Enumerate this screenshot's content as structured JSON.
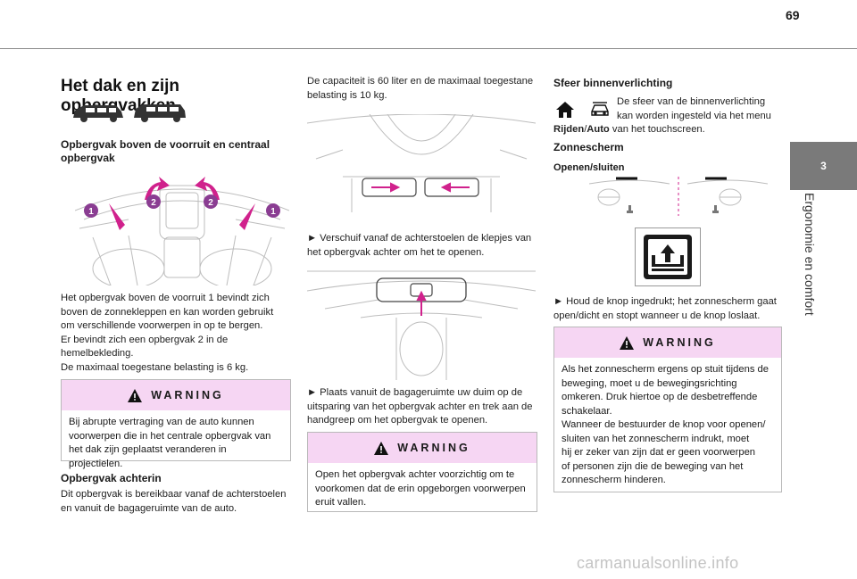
{
  "page": {
    "number": "69",
    "chapter_number": "3",
    "chapter_title": "Ergonomie en comfort"
  },
  "col1": {
    "title": "Het dak en zijn opbergvakken",
    "subtitle": "Opbergvak boven de voorruit en centraal opbergvak",
    "callouts": [
      "1",
      "2",
      "2",
      "1"
    ],
    "para1_lines": [
      "Het opbergvak boven de voorruit 1 bevindt zich",
      "boven de zonnekleppen en kan worden gebruikt",
      "om verschillende voorwerpen in op te bergen.",
      "Er bevindt zich een opbergvak 2 in de",
      "hemelbekleding.",
      "De maximaal toegestane belasting is 6 kg."
    ],
    "warning_title": "WARNING",
    "warning_lines": [
      "Bij abrupte vertraging van de auto kunnen",
      "voorwerpen die in het centrale opbergvak van",
      "het dak zijn geplaatst veranderen in projectielen."
    ],
    "subtitle2": "Opbergvak achterin",
    "para2_lines": [
      "Dit opbergvak is bereikbaar vanaf de achterstoelen",
      "en vanuit de bagageruimte van de auto."
    ]
  },
  "col2": {
    "intro_lines": [
      "De capaciteit is 60 liter en de maximaal toegestane",
      "belasting is 10 kg."
    ],
    "step1_lines": [
      "►  Verschuif vanaf de achterstoelen de klepjes van",
      "het opbergvak achter om het te openen."
    ],
    "step2_lines": [
      "►  Plaats vanuit de bagageruimte uw duim op de",
      "uitsparing van het opbergvak achter en trek aan de",
      "handgreep om het opbergvak te openen."
    ],
    "warning_title": "WARNING",
    "warning_lines": [
      "Open het opbergvak achter voorzichtig om te",
      "voorkomen dat de erin opgeborgen voorwerpen",
      "eruit vallen."
    ]
  },
  "col3": {
    "title": "Sfeer binnenverlichting",
    "ambient_lines": [
      "De sfeer van de binnenverlichting",
      "kan worden ingesteld via het menu"
    ],
    "menu_bold1": "Rijden",
    "menu_sep": "/",
    "menu_bold2": "Auto",
    "menu_rest": " van het touchscreen.",
    "subtitle": "Zonnescherm",
    "subsubtitle": "Openen/sluiten",
    "step_lines": [
      "►  Houd de knop ingedrukt; het zonnescherm gaat",
      "open/dicht en stopt wanneer u de knop loslaat."
    ],
    "warning_title": "WARNING",
    "warning_lines": [
      "Als het zonnescherm ergens op stuit tijdens de",
      "beweging, moet u de bewegingsrichting",
      "omkeren. Druk hiertoe op de desbetreffende",
      "schakelaar.",
      "Wanneer de bestuurder de knop voor openen/",
      "sluiten van het zonnescherm indrukt, moet",
      "hij er zeker van zijn dat er geen voorwerpen",
      "of personen zijn die de beweging van het",
      "zonnescherm hinderen."
    ]
  },
  "watermark": "carmanualsonline.info"
}
